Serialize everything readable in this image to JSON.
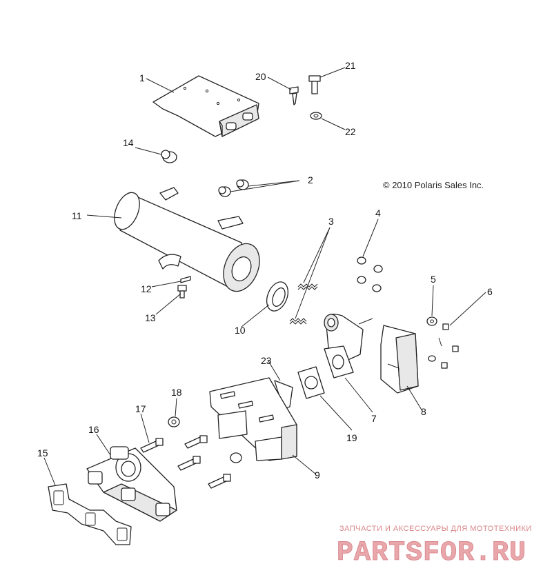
{
  "copyright": "© 2010 Polaris Sales Inc.",
  "watermark": {
    "tagline": "ЗАПЧАСТИ И АКСЕССУАРЫ ДЛЯ МОТОТЕХНИКИ",
    "logo": "PARTSFOR.RU"
  },
  "callouts": [
    "1",
    "2",
    "3",
    "4",
    "5",
    "6",
    "7",
    "8",
    "9",
    "10",
    "11",
    "12",
    "13",
    "14",
    "15",
    "16",
    "17",
    "18",
    "19",
    "20",
    "21",
    "22",
    "23"
  ]
}
